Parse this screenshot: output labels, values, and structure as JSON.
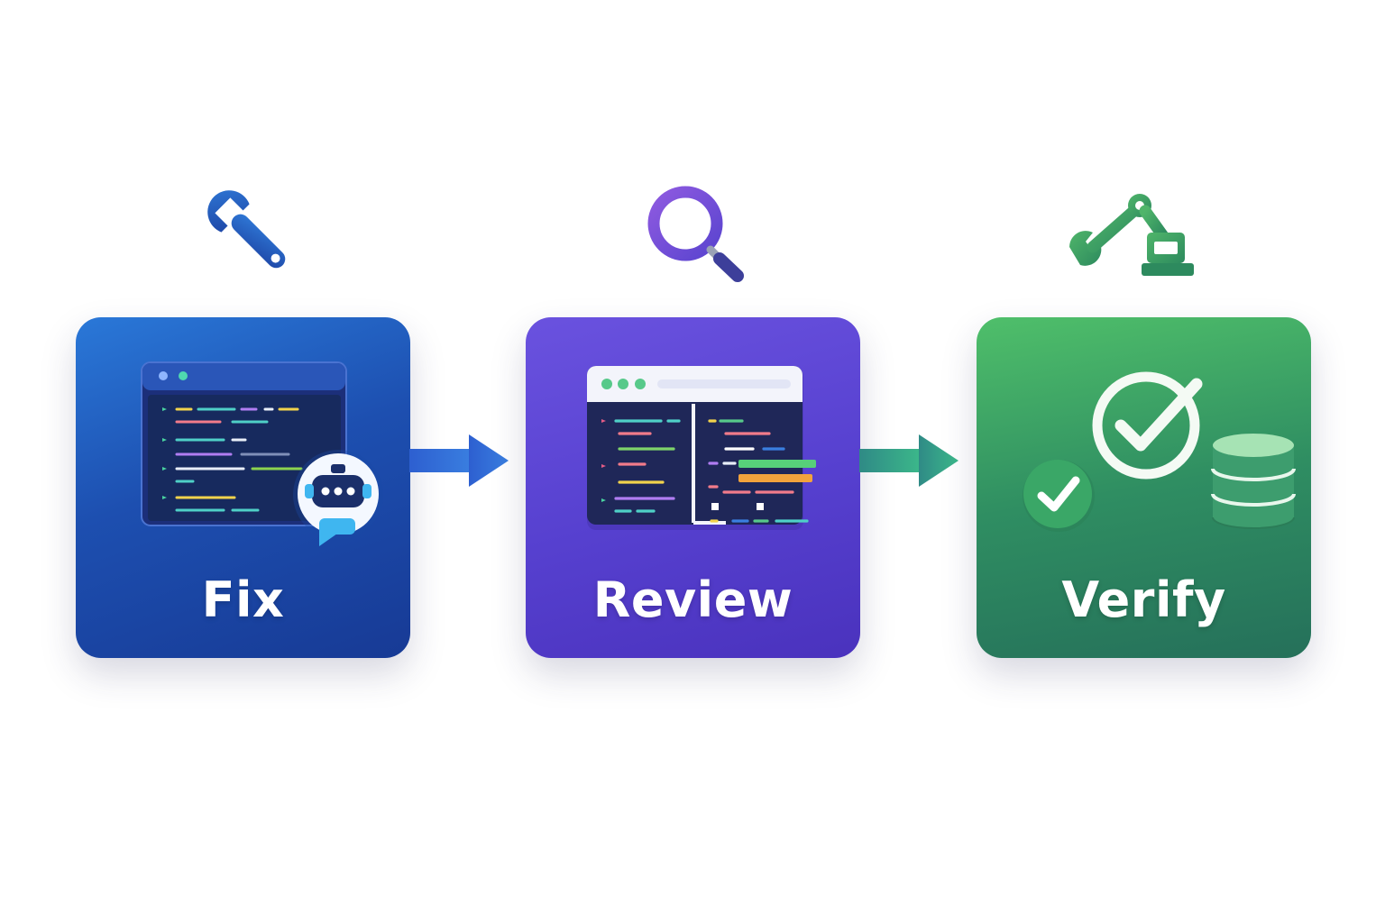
{
  "steps": [
    {
      "label": "Fix",
      "top_icon": "wrench-icon",
      "art": "code-editor-with-chatbot",
      "color": "#1d4fb0"
    },
    {
      "label": "Review",
      "top_icon": "magnifier-icon",
      "art": "diff-review-window",
      "color": "#5640cf"
    },
    {
      "label": "Verify",
      "top_icon": "robotic-arm-wrench-icon",
      "art": "checkmarks-and-database",
      "color": "#2f8e62"
    }
  ],
  "connectors": [
    "arrow-right-icon",
    "arrow-right-icon"
  ],
  "colors": {
    "background": "#ffffff",
    "text": "#ffffff"
  }
}
